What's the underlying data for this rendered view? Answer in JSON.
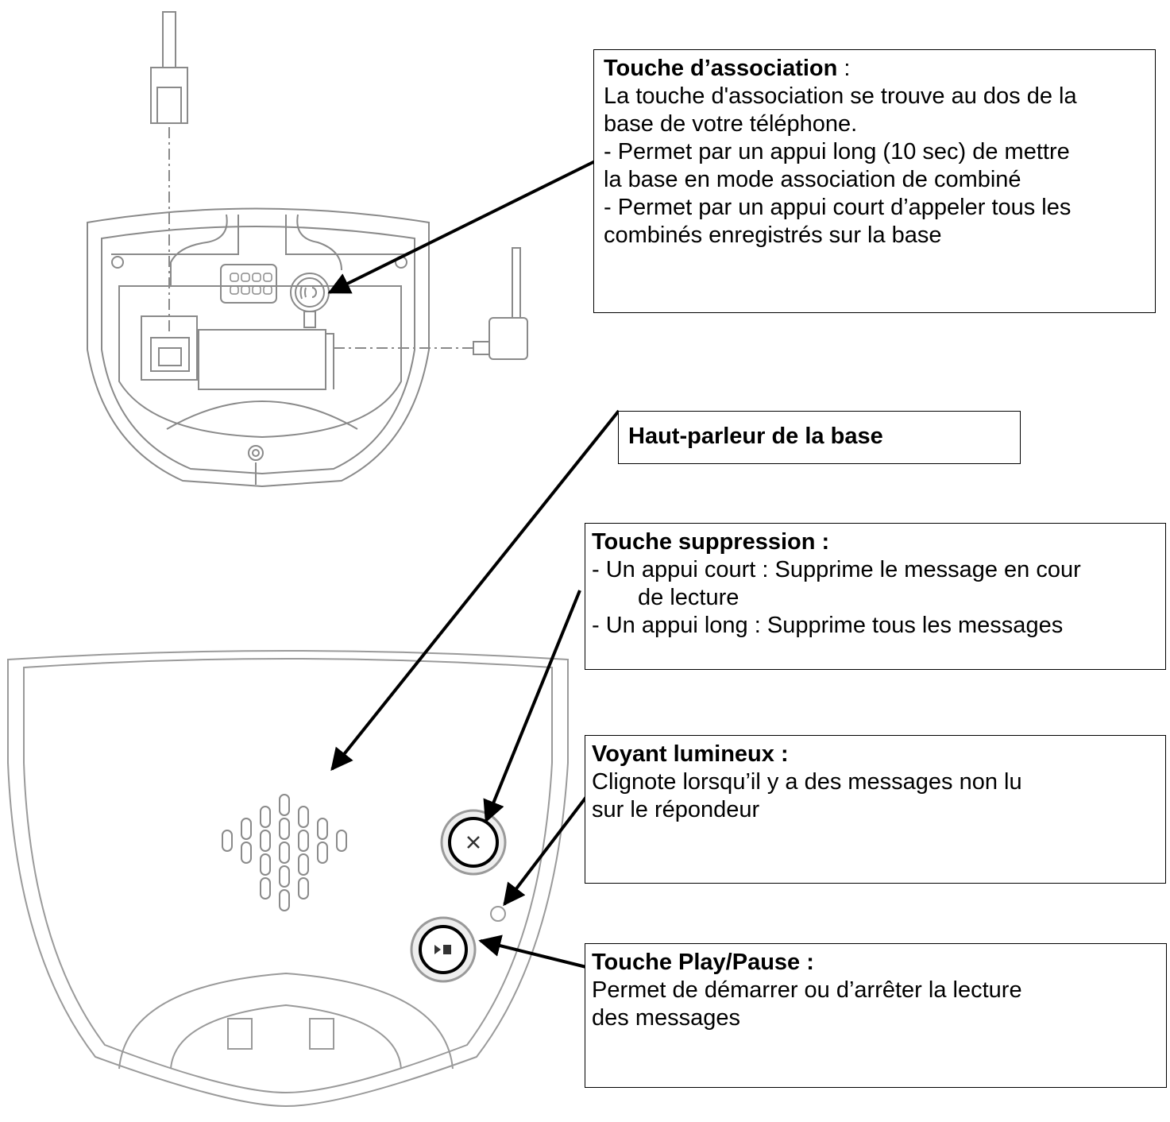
{
  "callouts": {
    "association": {
      "title": "Touche d’association",
      "title_suffix": " :",
      "lines": [
        "La touche d'association se trouve au dos de la",
        "base de votre téléphone.",
        "- Permet par un appui long (10 sec) de mettre",
        "la base en mode association de combiné",
        "- Permet par un appui court d’appeler tous les",
        "combinés enregistrés sur la base"
      ]
    },
    "speaker": {
      "title": "Haut-parleur de la base"
    },
    "delete": {
      "title": "Touche suppression :",
      "lines": [
        "- Un appui court : Supprime le message en cour",
        "de lecture",
        "- Un appui  long : Supprime tous les messages"
      ]
    },
    "led": {
      "title": "Voyant lumineux :",
      "lines": [
        "Clignote lorsqu’il y a des messages non lu",
        "sur le répondeur"
      ]
    },
    "play": {
      "title": "Touche Play/Pause :",
      "lines": [
        "Permet de démarrer ou d’arrêter la lecture",
        "des messages"
      ]
    }
  },
  "colors": {
    "text": "#000000",
    "outline": "#888888",
    "background": "#ffffff"
  }
}
